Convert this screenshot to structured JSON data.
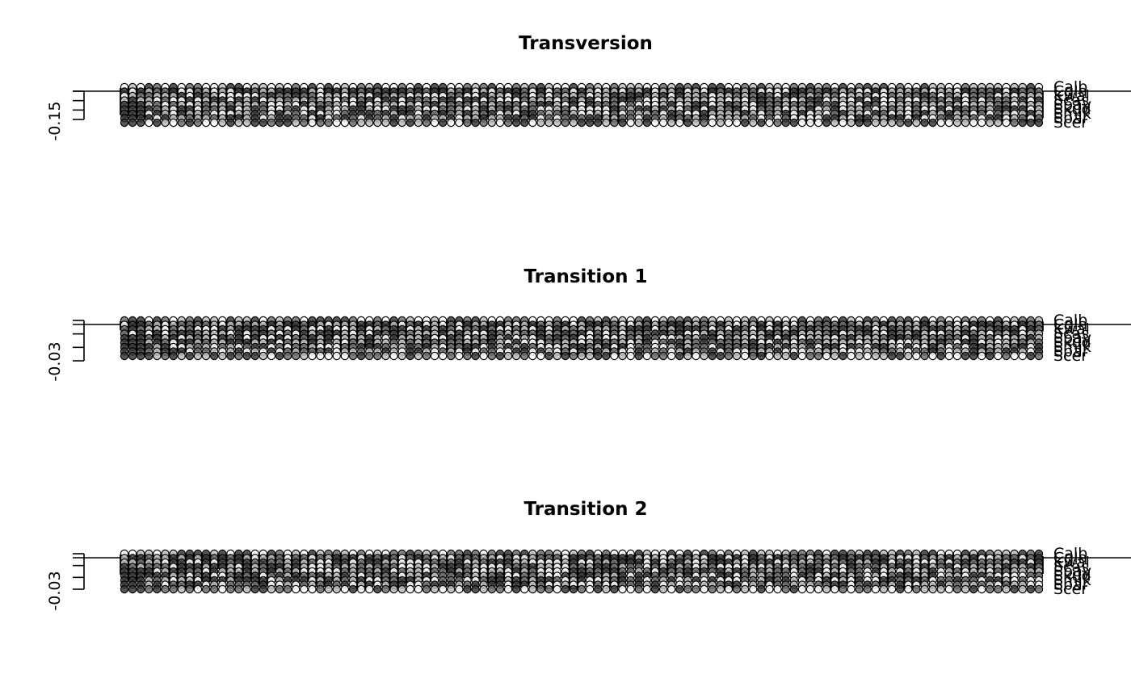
{
  "chart_data": [
    {
      "type": "dot-matrix",
      "title": "Transversion",
      "y_tick_label": "-0.15",
      "taxa": [
        "Calb",
        "Cgla",
        "Kwal",
        "Scas",
        "Sbay",
        "Skud",
        "Smik",
        "Spar",
        "Scer"
      ],
      "visible_taxon_labels": [
        "Calb",
        "Cgla",
        "Kwal",
        "Scas",
        "Sbay",
        "Skud",
        "Smik",
        "Spar",
        "Scer"
      ],
      "n_sites": 113,
      "point_fill_levels": [
        "white",
        "light-gray",
        "mid-gray",
        "dark-gray"
      ],
      "marker_color": "#000000"
    },
    {
      "type": "dot-matrix",
      "title": "Transition 1",
      "y_tick_label": "-0.03",
      "taxa": [
        "Calb",
        "Cgla",
        "Kwal",
        "Scas",
        "Sbay",
        "Skud",
        "Smik",
        "Spar",
        "Scer"
      ],
      "visible_taxon_labels": [
        "Calb",
        "Cgla",
        "Kwal",
        "Scas",
        "Sbay",
        "Skud",
        "Smik",
        "Spar",
        "Scer"
      ],
      "n_sites": 113,
      "point_fill_levels": [
        "white",
        "light-gray",
        "mid-gray",
        "dark-gray"
      ],
      "marker_color": "#000000"
    },
    {
      "type": "dot-matrix",
      "title": "Transition 2",
      "y_tick_label": "-0.03",
      "taxa": [
        "Calb",
        "Cgla",
        "Kwal",
        "Scas",
        "Sbay",
        "Skud",
        "Smik",
        "Spar",
        "Scer"
      ],
      "visible_taxon_labels": [
        "Calb",
        "Cgla",
        "Kwal",
        "Scas",
        "Sbay",
        "Skud",
        "Smik",
        "Spar",
        "Scer"
      ],
      "n_sites": 113,
      "point_fill_levels": [
        "white",
        "light-gray",
        "mid-gray",
        "dark-gray"
      ],
      "marker_color": "#000000"
    }
  ]
}
